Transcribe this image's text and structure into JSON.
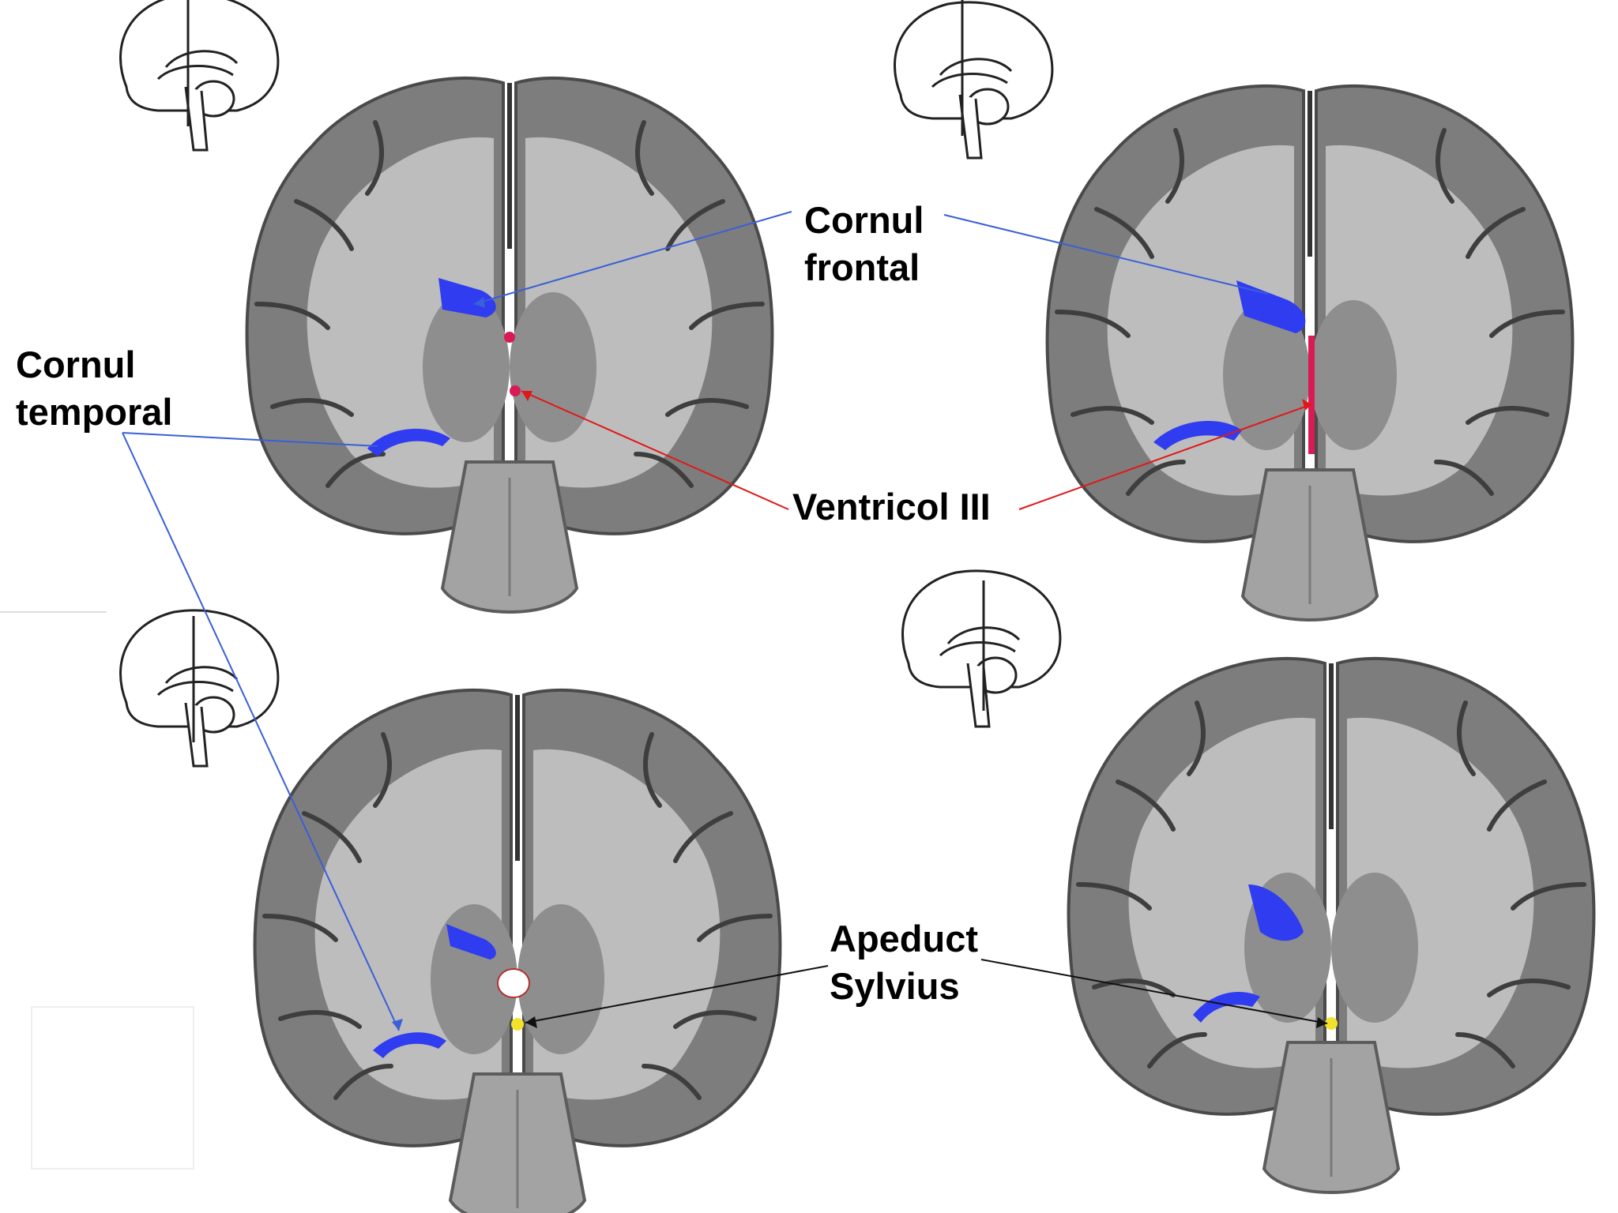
{
  "labels": {
    "cornul_frontal": [
      "Cornul",
      "frontal"
    ],
    "cornul_temporal": [
      "Cornul",
      "temporal"
    ],
    "ventricol_iii": "Ventricol III",
    "apeduct_sylvius": [
      "Apeduct",
      "Sylvius"
    ]
  },
  "colors": {
    "ventricle_lateral": "#2f3cf0",
    "ventricle_third": "#d81b55",
    "aqueduct": "#f2e22c",
    "leader_blue": "#3a5fd8",
    "leader_red": "#e01818",
    "leader_black": "#111111",
    "white_matter": "#bdbdbd",
    "gray_matter": "#7d7d7d",
    "brainstem": "#a3a3a3"
  },
  "icons": [
    "sagittal-brain-icon",
    "coronal-section-icon"
  ]
}
